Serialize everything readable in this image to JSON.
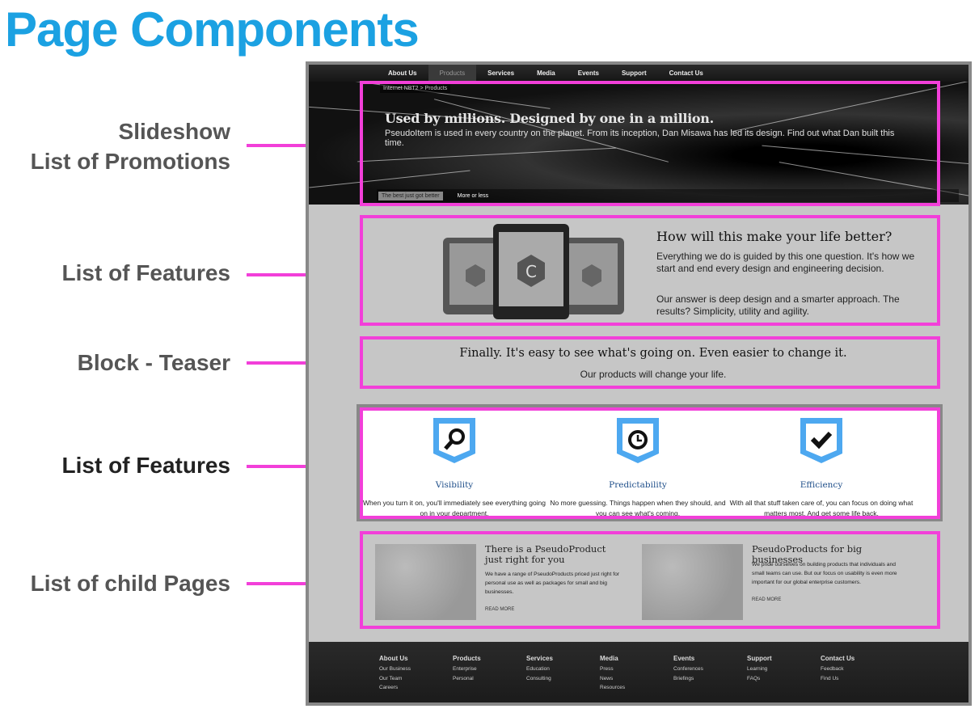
{
  "title": "Page Components",
  "labels": {
    "slideshow": "Slideshow",
    "promotions": "List of Promotions",
    "features1": "List of Features",
    "teaser": "Block - Teaser",
    "features2": "List of Features",
    "child": "List of child Pages"
  },
  "colors": {
    "title": "#1ba1e2",
    "annotation": "#f23fd9",
    "feature_icon": "#4da8f0"
  },
  "site": {
    "nav": [
      "About Us",
      "Products",
      "Services",
      "Media",
      "Events",
      "Support",
      "Contact Us"
    ],
    "breadcrumb": "Internet NBT2 > Products",
    "hero": {
      "heading": "Used by millions. Designed by one in a million.",
      "text": "PseudoItem is used in every country on the planet. From its inception, Dan Misawa has led its design. Find out what Dan built this time.",
      "tabs": [
        "The best just got better",
        "More or less"
      ]
    },
    "feature": {
      "heading": "How will this make your life better?",
      "p1": "Everything we do is guided by this one question. It's how we start and end every design and engineering decision.",
      "p2": "Our answer is deep design and a smarter approach. The results? Simplicity, utility and agility."
    },
    "teaser": {
      "heading": "Finally. It's easy to see what's going on. Even easier to change it.",
      "text": "Our products will change your life."
    },
    "features": [
      {
        "icon": "magnifier-icon",
        "title": "Visibility",
        "text": "When you turn it on, you'll immediately see everything going on in your department."
      },
      {
        "icon": "clock-icon",
        "title": "Predictability",
        "text": "No more guessing. Things happen when they should, and you can see what's coming."
      },
      {
        "icon": "checkmark-icon",
        "title": "Efficiency",
        "text": "With all that stuff taken care of, you can focus on doing what matters most. And get some life back."
      }
    ],
    "children": [
      {
        "title": "There is a PseudoProduct just right for you",
        "text": "We have a range of PseudoProducts priced just right for personal use as well as packages for small and big businesses.",
        "more": "READ MORE"
      },
      {
        "title": "PseudoProducts for big businesses",
        "text": "We pride ourselves on building products that individuals and small teams can use. But our focus on usability is even more important for our global enterprise customers.",
        "more": "READ MORE"
      }
    ],
    "footer": [
      {
        "h": "About Us",
        "links": [
          "Our Business",
          "Our Team",
          "Careers"
        ]
      },
      {
        "h": "Products",
        "links": [
          "Enterprise",
          "Personal"
        ]
      },
      {
        "h": "Services",
        "links": [
          "Education",
          "Consulting"
        ]
      },
      {
        "h": "Media",
        "links": [
          "Press",
          "News",
          "Resources"
        ]
      },
      {
        "h": "Events",
        "links": [
          "Conferences",
          "Briefings"
        ]
      },
      {
        "h": "Support",
        "links": [
          "Learning",
          "FAQs"
        ]
      },
      {
        "h": "Contact Us",
        "links": [
          "Feedback",
          "Find Us"
        ]
      }
    ]
  }
}
